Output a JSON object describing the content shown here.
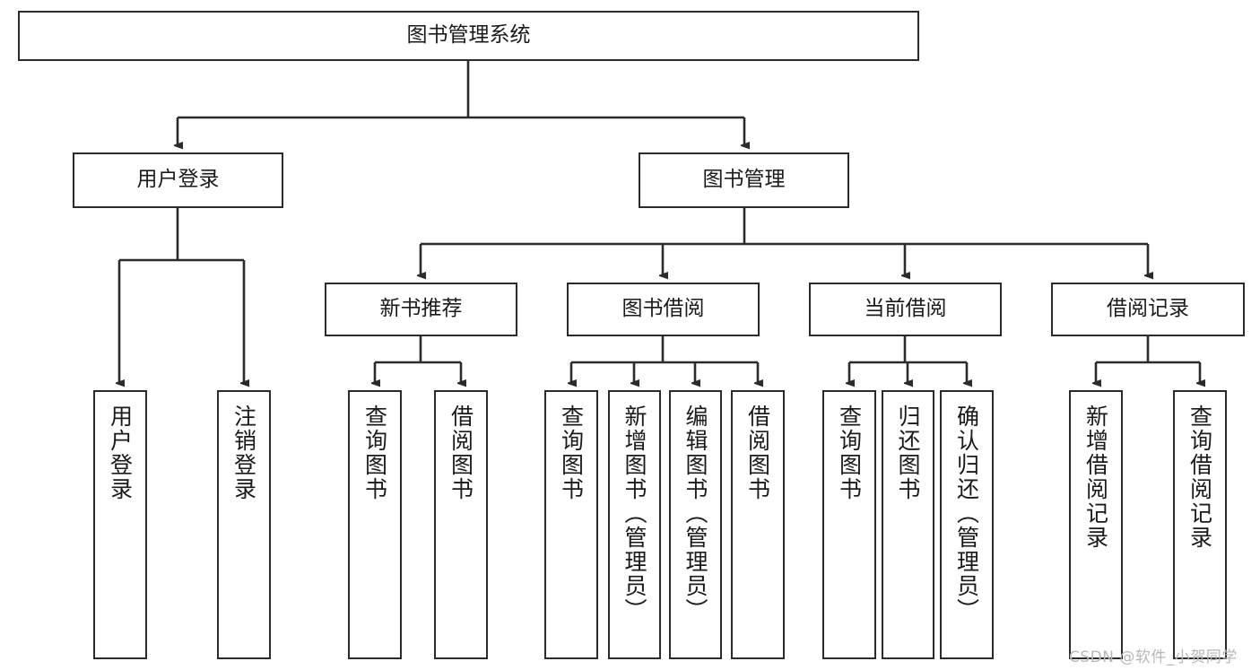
{
  "diagram": {
    "title": "图书管理系统",
    "type": "tree-hierarchy",
    "root": {
      "label": "图书管理系统"
    },
    "level1": [
      {
        "label": "用户登录"
      },
      {
        "label": "图书管理"
      }
    ],
    "level2": [
      {
        "label": "新书推荐"
      },
      {
        "label": "图书借阅"
      },
      {
        "label": "当前借阅"
      },
      {
        "label": "借阅记录"
      }
    ],
    "leaves": {
      "user_login": [
        {
          "label": "用户登录"
        },
        {
          "label": "注销登录"
        }
      ],
      "new_book_recommend": [
        {
          "label": "查询图书"
        },
        {
          "label": "借阅图书"
        }
      ],
      "book_borrow": [
        {
          "label": "查询图书"
        },
        {
          "label": "新增图书（管理员）"
        },
        {
          "label": "编辑图书（管理员）"
        },
        {
          "label": "借阅图书"
        }
      ],
      "current_borrow": [
        {
          "label": "查询图书"
        },
        {
          "label": "归还图书"
        },
        {
          "label": "确认归还（管理员）"
        }
      ],
      "borrow_records": [
        {
          "label": "新增借阅记录"
        },
        {
          "label": "查询借阅记录"
        }
      ]
    }
  },
  "watermark": {
    "text": "CSDN @软件_小贺同学"
  },
  "colors": {
    "stroke": "#2b2b2b",
    "fill": "#ffffff",
    "text": "#1a1a1a",
    "watermark": "#b8b8b8"
  }
}
